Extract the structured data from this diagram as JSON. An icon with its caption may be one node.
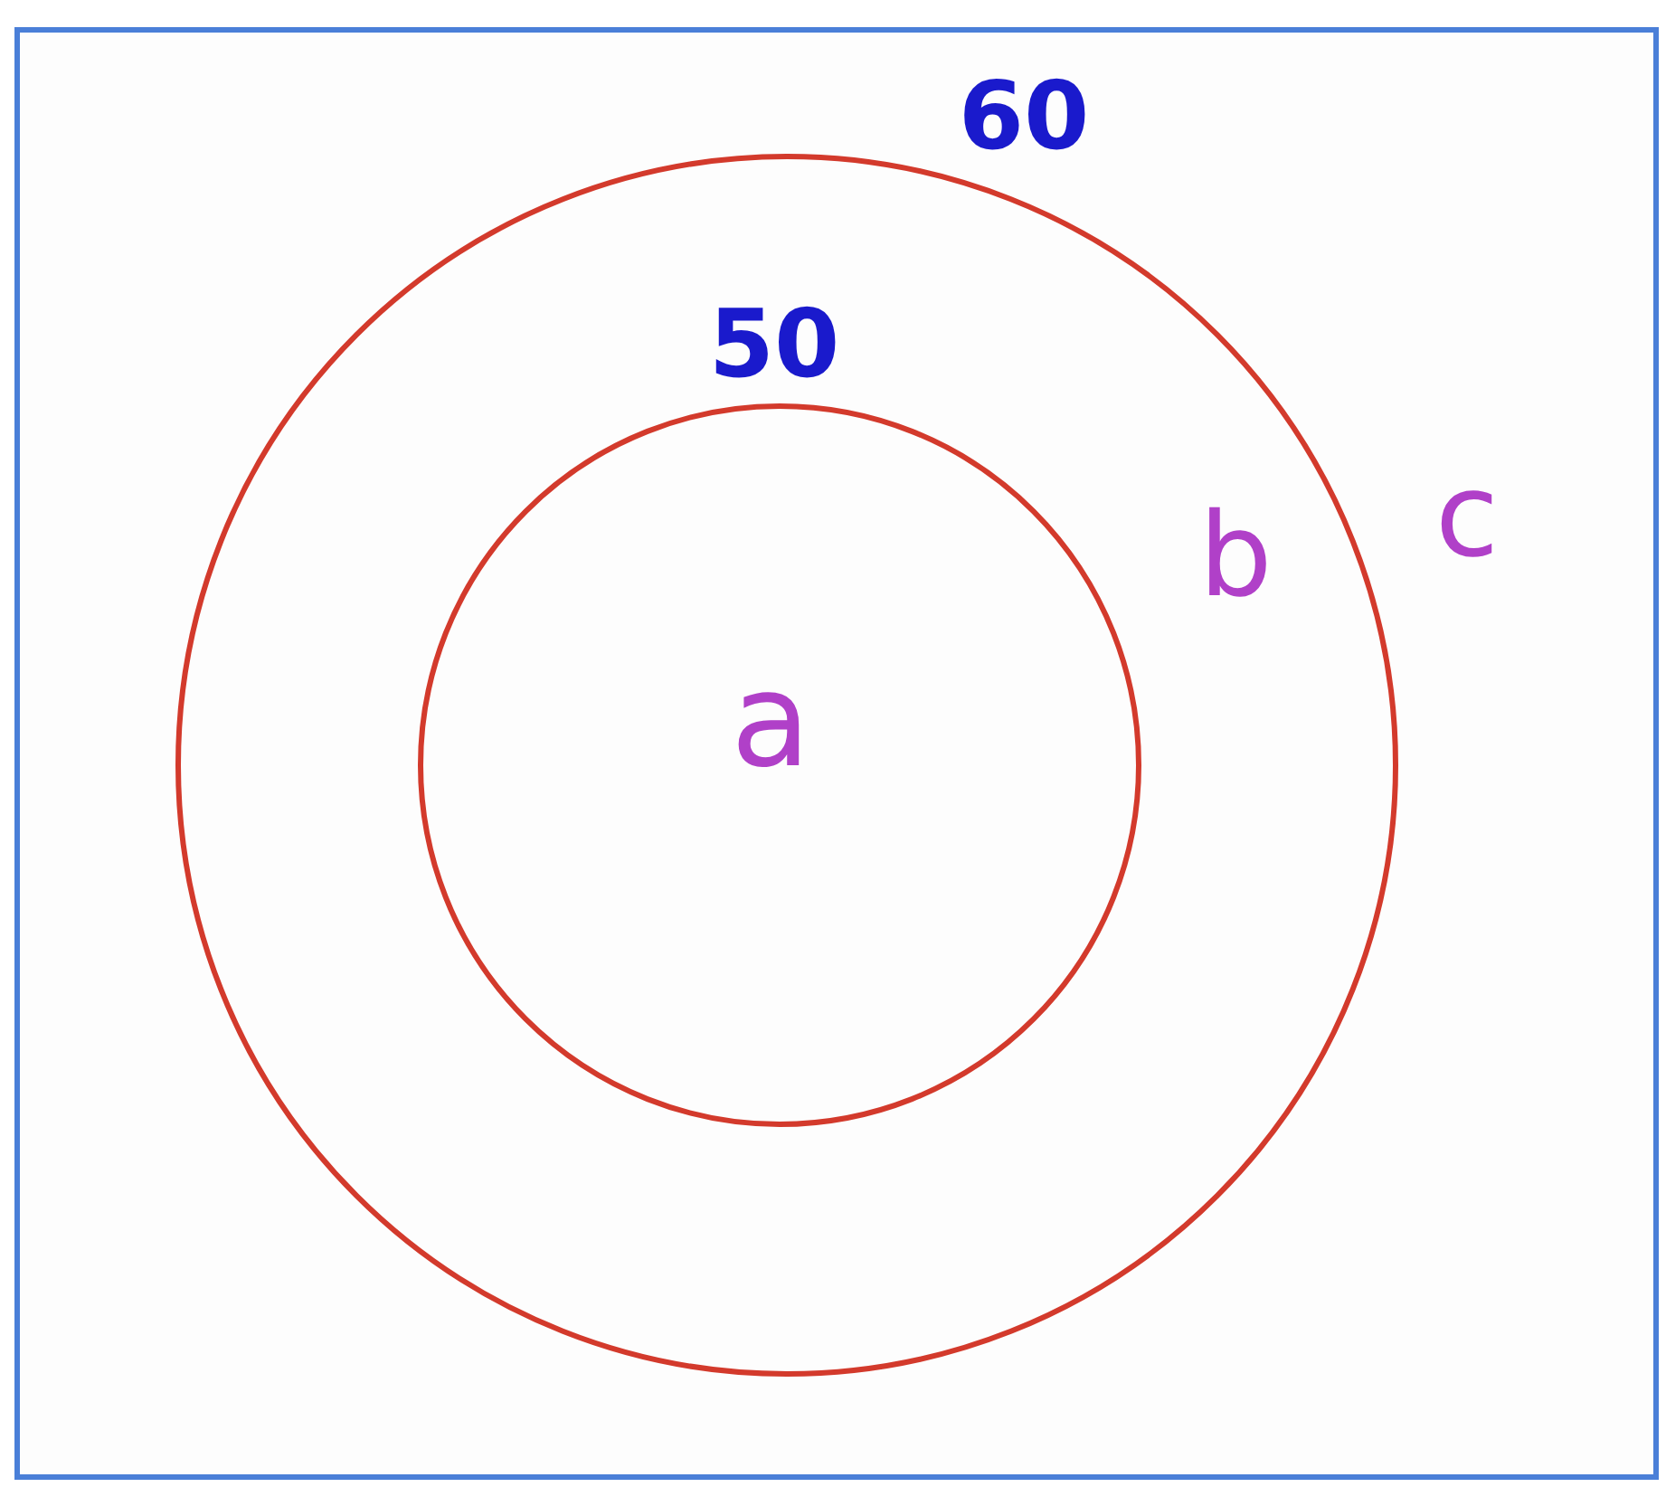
{
  "diagram": {
    "nodes": [
      {
        "text": [
          "c"
        ]
      },
      {
        "text": [
          "60",
          "b"
        ],
        "in": 0
      },
      {
        "text": [
          "50",
          "a"
        ],
        "in": 1
      }
    ]
  }
}
